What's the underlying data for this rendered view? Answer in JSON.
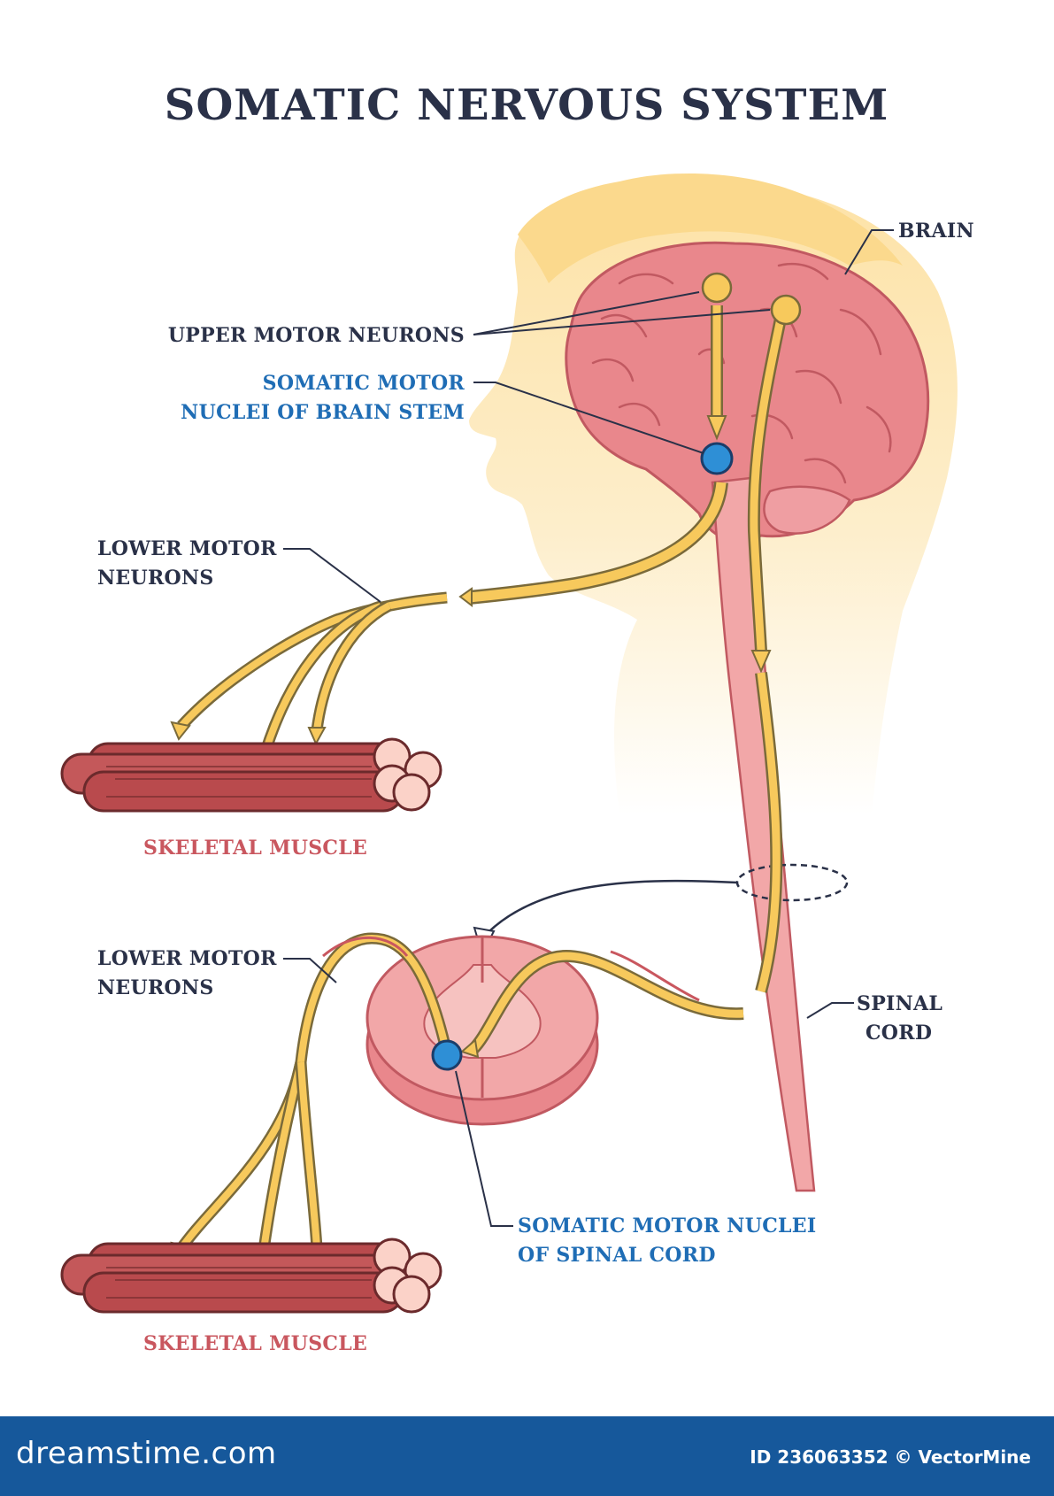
{
  "title": "SOMATIC NERVOUS SYSTEM",
  "labels": {
    "brain": "BRAIN",
    "upper_motor_neurons": "UPPER MOTOR NEURONS",
    "somatic_motor_brainstem_line1": "SOMATIC MOTOR",
    "somatic_motor_brainstem_line2": "NUCLEI OF BRAIN STEM",
    "lower_motor_neurons_top_line1": "LOWER MOTOR",
    "lower_motor_neurons_top_line2": "NEURONS",
    "skeletal_muscle_top": "SKELETAL MUSCLE",
    "lower_motor_neurons_bottom_line1": "LOWER MOTOR",
    "lower_motor_neurons_bottom_line2": "NEURONS",
    "spinal_cord_line1": "SPINAL",
    "spinal_cord_line2": "CORD",
    "somatic_motor_spinal_line1": "SOMATIC MOTOR NUCLEI",
    "somatic_motor_spinal_line2": "OF SPINAL CORD",
    "skeletal_muscle_bottom": "SKELETAL MUSCLE"
  },
  "footer": {
    "logo_text": "dreamstime.com",
    "image_id": "ID 236063352 © VectorMine"
  },
  "colors": {
    "neuron_path": "#f7c95c",
    "brain": "#e88a8f",
    "head": "#fde7b8",
    "nucleus": "#2e8fd6",
    "muscle": "#b94a4d",
    "title_text": "#2a3148",
    "blue_text": "#1f6db5",
    "red_text": "#c9575f",
    "footer_bar": "#16589b"
  }
}
